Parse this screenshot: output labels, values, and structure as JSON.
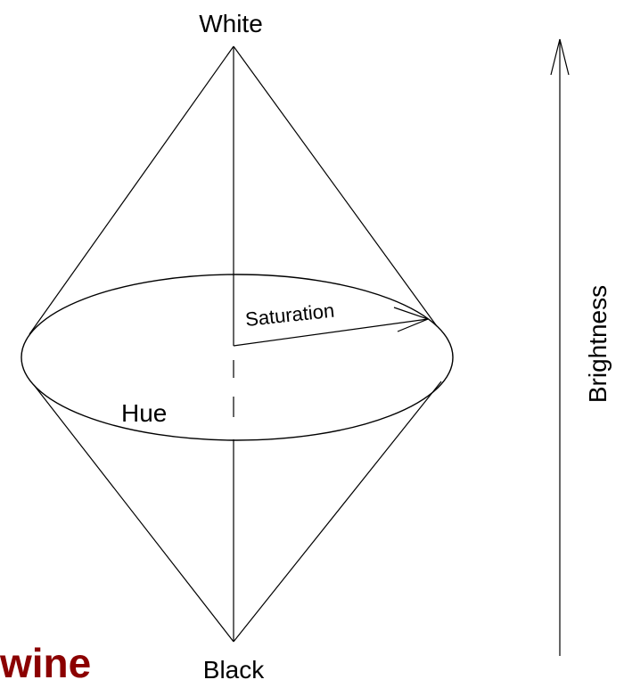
{
  "labels": {
    "top": "White",
    "bottom": "Black",
    "saturation": "Saturation",
    "hue": "Hue",
    "axis": "Brightness"
  },
  "watermark": "wine",
  "colors": {
    "stroke": "#000000",
    "background": "#ffffff",
    "watermark": "#8b0000"
  }
}
